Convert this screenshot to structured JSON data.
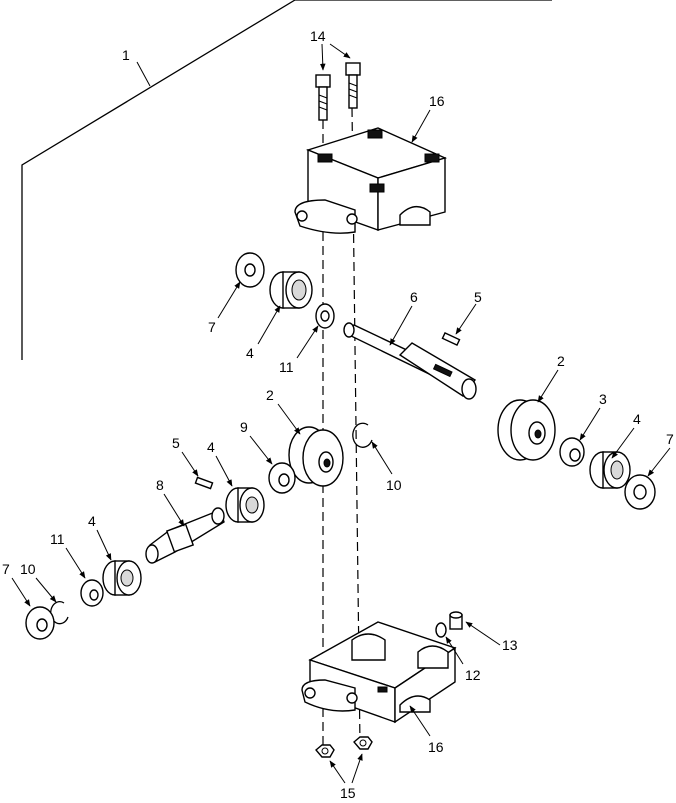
{
  "callouts": {
    "c1": "1",
    "c14": "14",
    "c16_top": "16",
    "c7_left": "7",
    "c4_left": "4",
    "c11_upper": "11",
    "c6": "6",
    "c5_upper": "5",
    "c2_right": "2",
    "c3": "3",
    "c4_right": "4",
    "c7_right": "7",
    "c2_left": "2",
    "c9": "9",
    "c10_upper": "10",
    "c5_lower": "5",
    "c4_mid": "4",
    "c8": "8",
    "c4_lower": "4",
    "c11_lower": "11",
    "c10_lower": "10",
    "c7_lower": "7",
    "c13": "13",
    "c12": "12",
    "c16_bottom": "16",
    "c15": "15"
  }
}
